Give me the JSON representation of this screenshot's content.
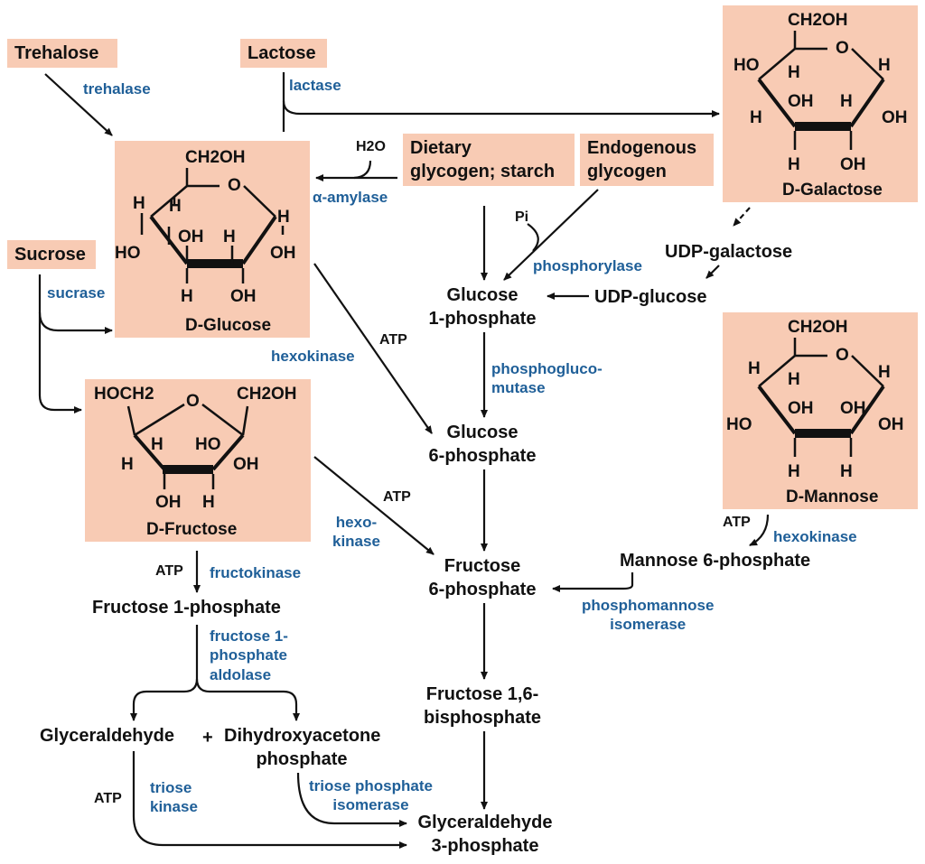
{
  "sources": {
    "trehalose": "Trehalose",
    "lactose": "Lactose",
    "sucrose": "Sucrose",
    "dietary_glycogen": [
      "Dietary",
      "glycogen; starch"
    ],
    "endogenous_glycogen": [
      "Endogenous",
      "glycogen"
    ]
  },
  "sugars": {
    "glucose": {
      "name": "D-Glucose",
      "top": "CH2OH",
      "labels": [
        "H",
        "HO",
        "OH",
        "H",
        "OH",
        "H",
        "OH",
        "H",
        "O"
      ]
    },
    "galactose": {
      "name": "D-Galactose",
      "top": "CH2OH",
      "labels": [
        "HO",
        "H",
        "H",
        "OH",
        "H",
        "OH",
        "H",
        "OH",
        "O"
      ]
    },
    "mannose": {
      "name": "D-Mannose",
      "top": "CH2OH",
      "labels": [
        "H",
        "HO",
        "OH",
        "OH",
        "H",
        "OH",
        "H",
        "H",
        "O"
      ]
    },
    "fructose": {
      "name": "D-Fructose",
      "left_top": "HOCH2",
      "right_top": "CH2OH",
      "labels": [
        "H",
        "H",
        "HO",
        "OH",
        "OH",
        "H",
        "O"
      ]
    }
  },
  "intermediates": {
    "glucose_1p": [
      "Glucose",
      "1-phosphate"
    ],
    "glucose_6p": [
      "Glucose",
      "6-phosphate"
    ],
    "fructose_6p": [
      "Fructose",
      "6-phosphate"
    ],
    "fructose_16bp": [
      "Fructose 1,6-",
      "bisphosphate"
    ],
    "udp_galactose": "UDP-galactose",
    "udp_glucose": "UDP-glucose",
    "mannose_6p": "Mannose 6-phosphate",
    "fructose_1p": "Fructose 1-phosphate",
    "glyceraldehyde": "Glyceraldehyde",
    "plus": "+",
    "dhap": [
      "Dihydroxyacetone",
      "phosphate"
    ],
    "g3p": [
      "Glyceraldehyde",
      "3-phosphate"
    ]
  },
  "enzymes": {
    "trehalase": "trehalase",
    "lactase": "lactase",
    "sucrase": "sucrase",
    "amylase": "α-amylase",
    "phosphorylase": "phosphorylase",
    "phosphoglucomutase": [
      "phosphogluco-",
      "mutase"
    ],
    "hexokinase_glc": "hexokinase",
    "hexokinase_fru": [
      "hexo-",
      "kinase"
    ],
    "hexokinase_man": "hexokinase",
    "phosphomannose_isomerase": [
      "phosphomannose",
      "isomerase"
    ],
    "fructokinase": "fructokinase",
    "fructose_1p_aldolase": [
      "fructose 1-",
      "phosphate",
      "aldolase"
    ],
    "triose_kinase": [
      "triose",
      "kinase"
    ],
    "triose_phosphate_isomerase": [
      "triose phosphate",
      "isomerase"
    ]
  },
  "cofactors": {
    "water": "H2O",
    "pi": "Pi",
    "atp_glc": "ATP",
    "atp_fru": "ATP",
    "atp_man": "ATP",
    "atp_fructokinase": "ATP",
    "atp_triose": "ATP"
  },
  "colors": {
    "box": "#f8cbb4",
    "enzyme": "#1f5f98",
    "text": "#111111"
  }
}
